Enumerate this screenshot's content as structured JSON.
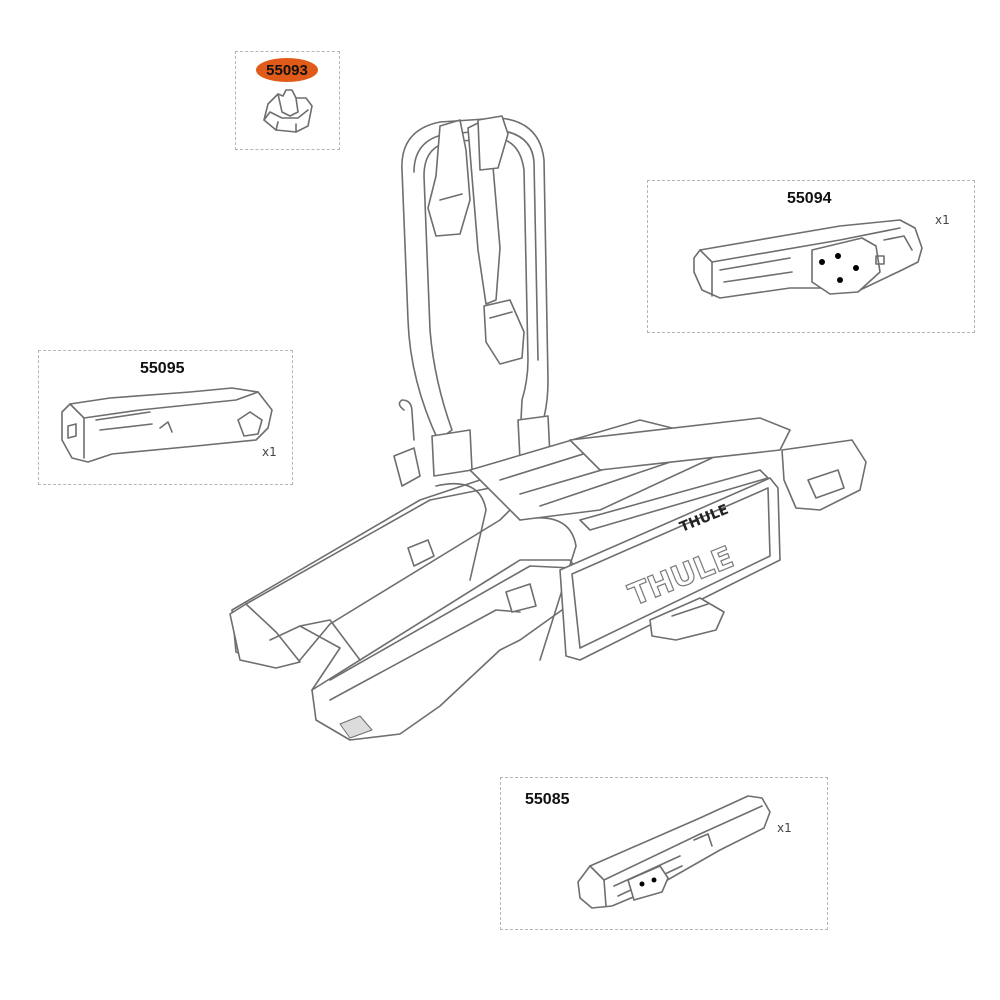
{
  "accent_color": "#e05a1a",
  "main_drawing": {
    "logo_small": "THULE",
    "logo_large": "THULE"
  },
  "parts": [
    {
      "id": "55093",
      "highlighted": true
    },
    {
      "id": "55094",
      "qty": "x1"
    },
    {
      "id": "55095",
      "qty": "x1"
    },
    {
      "id": "55085",
      "qty": "x1"
    }
  ]
}
